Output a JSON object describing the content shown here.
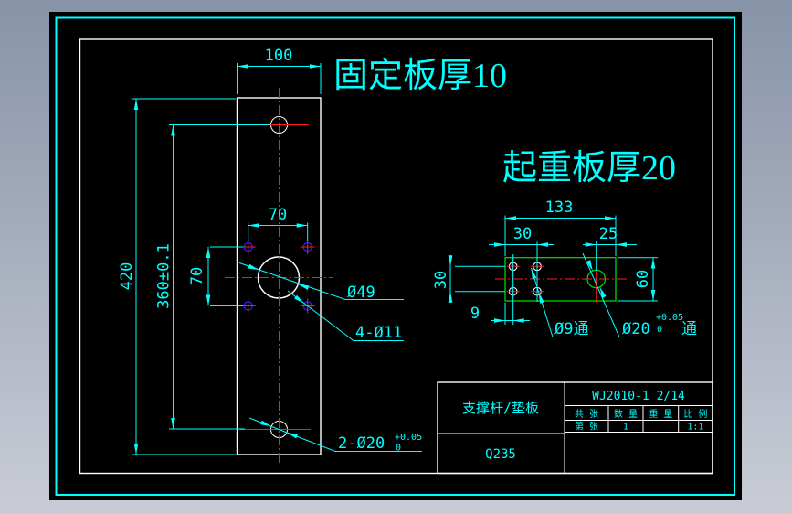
{
  "window": {
    "paper_color": "#000000",
    "border_color": "#00ffff",
    "frame_color": "#ffffff",
    "accent_green": "#00d400",
    "accent_red": "#ff1c1c",
    "accent_blue": "#2323ff"
  },
  "titles": {
    "fixed_plate": "固定板厚10",
    "lifting_plate": "起重板厚20"
  },
  "left_view": {
    "dim_width": "100",
    "dim_height": "420",
    "dim_hole_span": "360±0.1",
    "dim_pitch_h": "70",
    "dim_pitch_v": "70",
    "label_center_hole": "Ø49",
    "label_corner_holes": "4-Ø11",
    "label_end_holes": "2-Ø20",
    "tol_upper": "+0.05",
    "tol_lower": "0"
  },
  "right_view": {
    "dim_length": "133",
    "dim_offset_left": "30",
    "dim_offset_right": "25",
    "dim_height": "60",
    "dim_edge": "9",
    "dim_rows": "30",
    "label_small_holes": "Ø9通",
    "label_big_hole": "Ø20",
    "tol_upper": "+0.05",
    "tol_lower": "0",
    "label_thru": "通"
  },
  "title_block": {
    "part_name": "支撑杆/垫板",
    "drawing_no": "WJ2010-1 2/14",
    "material": "Q235",
    "col_headers": [
      "共 张",
      "数 量",
      "重 量",
      "比 例"
    ],
    "col_values": [
      "第 张",
      "1",
      "",
      "1:1"
    ]
  }
}
